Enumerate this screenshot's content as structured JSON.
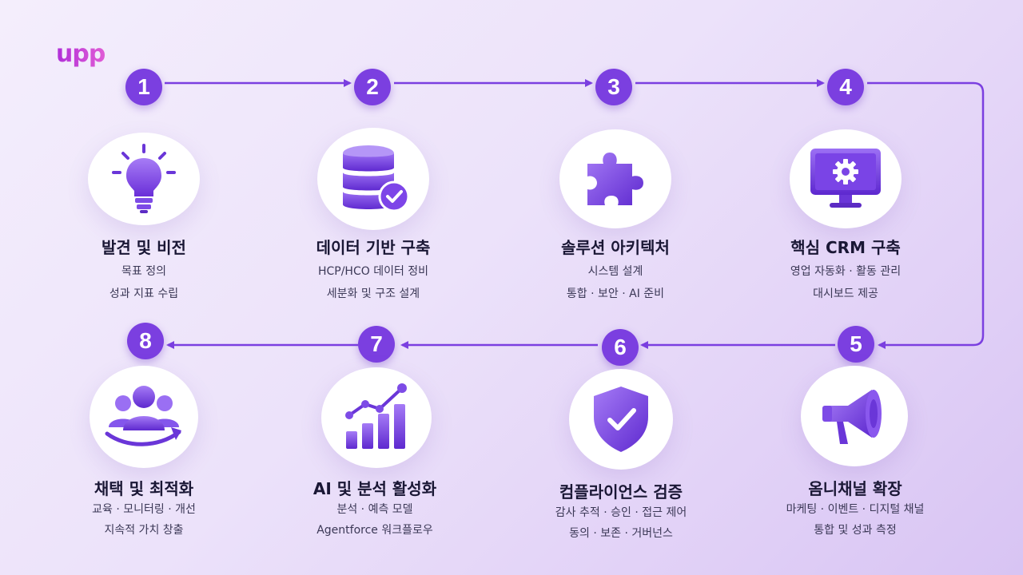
{
  "brand": {
    "logo_text": "upp",
    "accent": "#7b3fe0",
    "logo_color": "#c23bd9"
  },
  "steps": [
    {
      "number": "1",
      "icon": "lightbulb-icon",
      "title": "발견 및 비전",
      "lines": [
        "목표 정의",
        "성과 지표 수립"
      ]
    },
    {
      "number": "2",
      "icon": "database-check-icon",
      "title": "데이터 기반 구축",
      "lines": [
        "HCP/HCO 데이터 정비",
        "세분화 및 구조 설계"
      ]
    },
    {
      "number": "3",
      "icon": "puzzle-icon",
      "title": "솔루션 아키텍처",
      "lines": [
        "시스템 설계",
        "통합 · 보안 · AI 준비"
      ]
    },
    {
      "number": "4",
      "icon": "monitor-gear-icon",
      "title": "핵심 CRM 구축",
      "lines": [
        "영업 자동화 · 활동 관리",
        "대시보드 제공"
      ]
    },
    {
      "number": "5",
      "icon": "megaphone-icon",
      "title": "옴니채널 확장",
      "lines": [
        "마케팅 · 이벤트 · 디지털 채널",
        "통합 및 성과 측정"
      ]
    },
    {
      "number": "6",
      "icon": "shield-check-icon",
      "title": "컴플라이언스 검증",
      "lines": [
        "감사 추적 · 승인 · 접근 제어",
        "동의 · 보존 · 거버넌스"
      ]
    },
    {
      "number": "7",
      "icon": "analytics-chart-icon",
      "title": "AI 및 분석 활성화",
      "lines": [
        "분석 · 예측 모델",
        "Agentforce 워크플로우"
      ]
    },
    {
      "number": "8",
      "icon": "team-growth-icon",
      "title": "채택 및 최적화",
      "lines": [
        "교육 · 모니터링 · 개선",
        "지속적 가치 창출"
      ]
    }
  ]
}
